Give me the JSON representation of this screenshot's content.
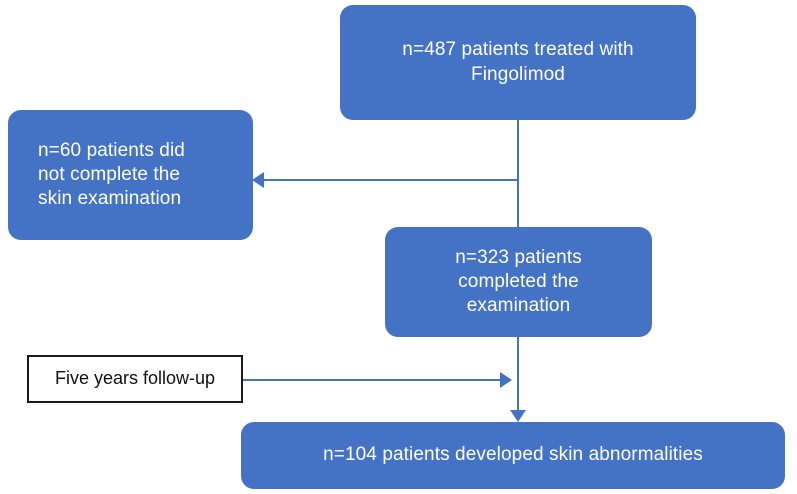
{
  "diagram": {
    "title": "Patient flow diagram: Fingolimod skin examination study",
    "type": "flowchart",
    "colors": {
      "node_fill": "#4472C4",
      "node_text": "#FFFFFF",
      "connector": "#4472C4",
      "annotation_border": "#1A1A1A",
      "annotation_fill": "#FFFFFF",
      "annotation_text": "#111111",
      "background": "#FFFFFF"
    },
    "nodes": [
      {
        "id": "treated",
        "label": "n=487 patients treated with\nFingolimod",
        "count": 487,
        "align": "center",
        "style": "filled"
      },
      {
        "id": "not-complete",
        "label": "n=60 patients did\nnot complete the\nskin examination",
        "count": 60,
        "align": "left",
        "style": "filled"
      },
      {
        "id": "completed",
        "label": "n=323 patients\ncompleted the\nexamination",
        "count": 323,
        "align": "center",
        "style": "filled"
      },
      {
        "id": "abnormalities",
        "label": "n=104 patients developed skin abnormalities",
        "count": 104,
        "align": "center",
        "style": "filled"
      },
      {
        "id": "follow-up",
        "label": "Five years follow-up",
        "align": "center",
        "style": "outlined"
      }
    ],
    "connectors": [
      {
        "id": "treated-to-completed",
        "from": "treated",
        "to": "completed",
        "direction": "down",
        "arrowhead": false
      },
      {
        "id": "treated-to-not-complete",
        "from": "treated",
        "to": "not-complete",
        "direction": "left",
        "arrowhead": true
      },
      {
        "id": "completed-to-abnormalities",
        "from": "completed",
        "to": "abnormalities",
        "direction": "down",
        "arrowhead": true
      },
      {
        "id": "follow-up-to-trunk",
        "from": "follow-up",
        "to": "completed-to-abnormalities",
        "direction": "right",
        "arrowhead": true
      }
    ]
  }
}
